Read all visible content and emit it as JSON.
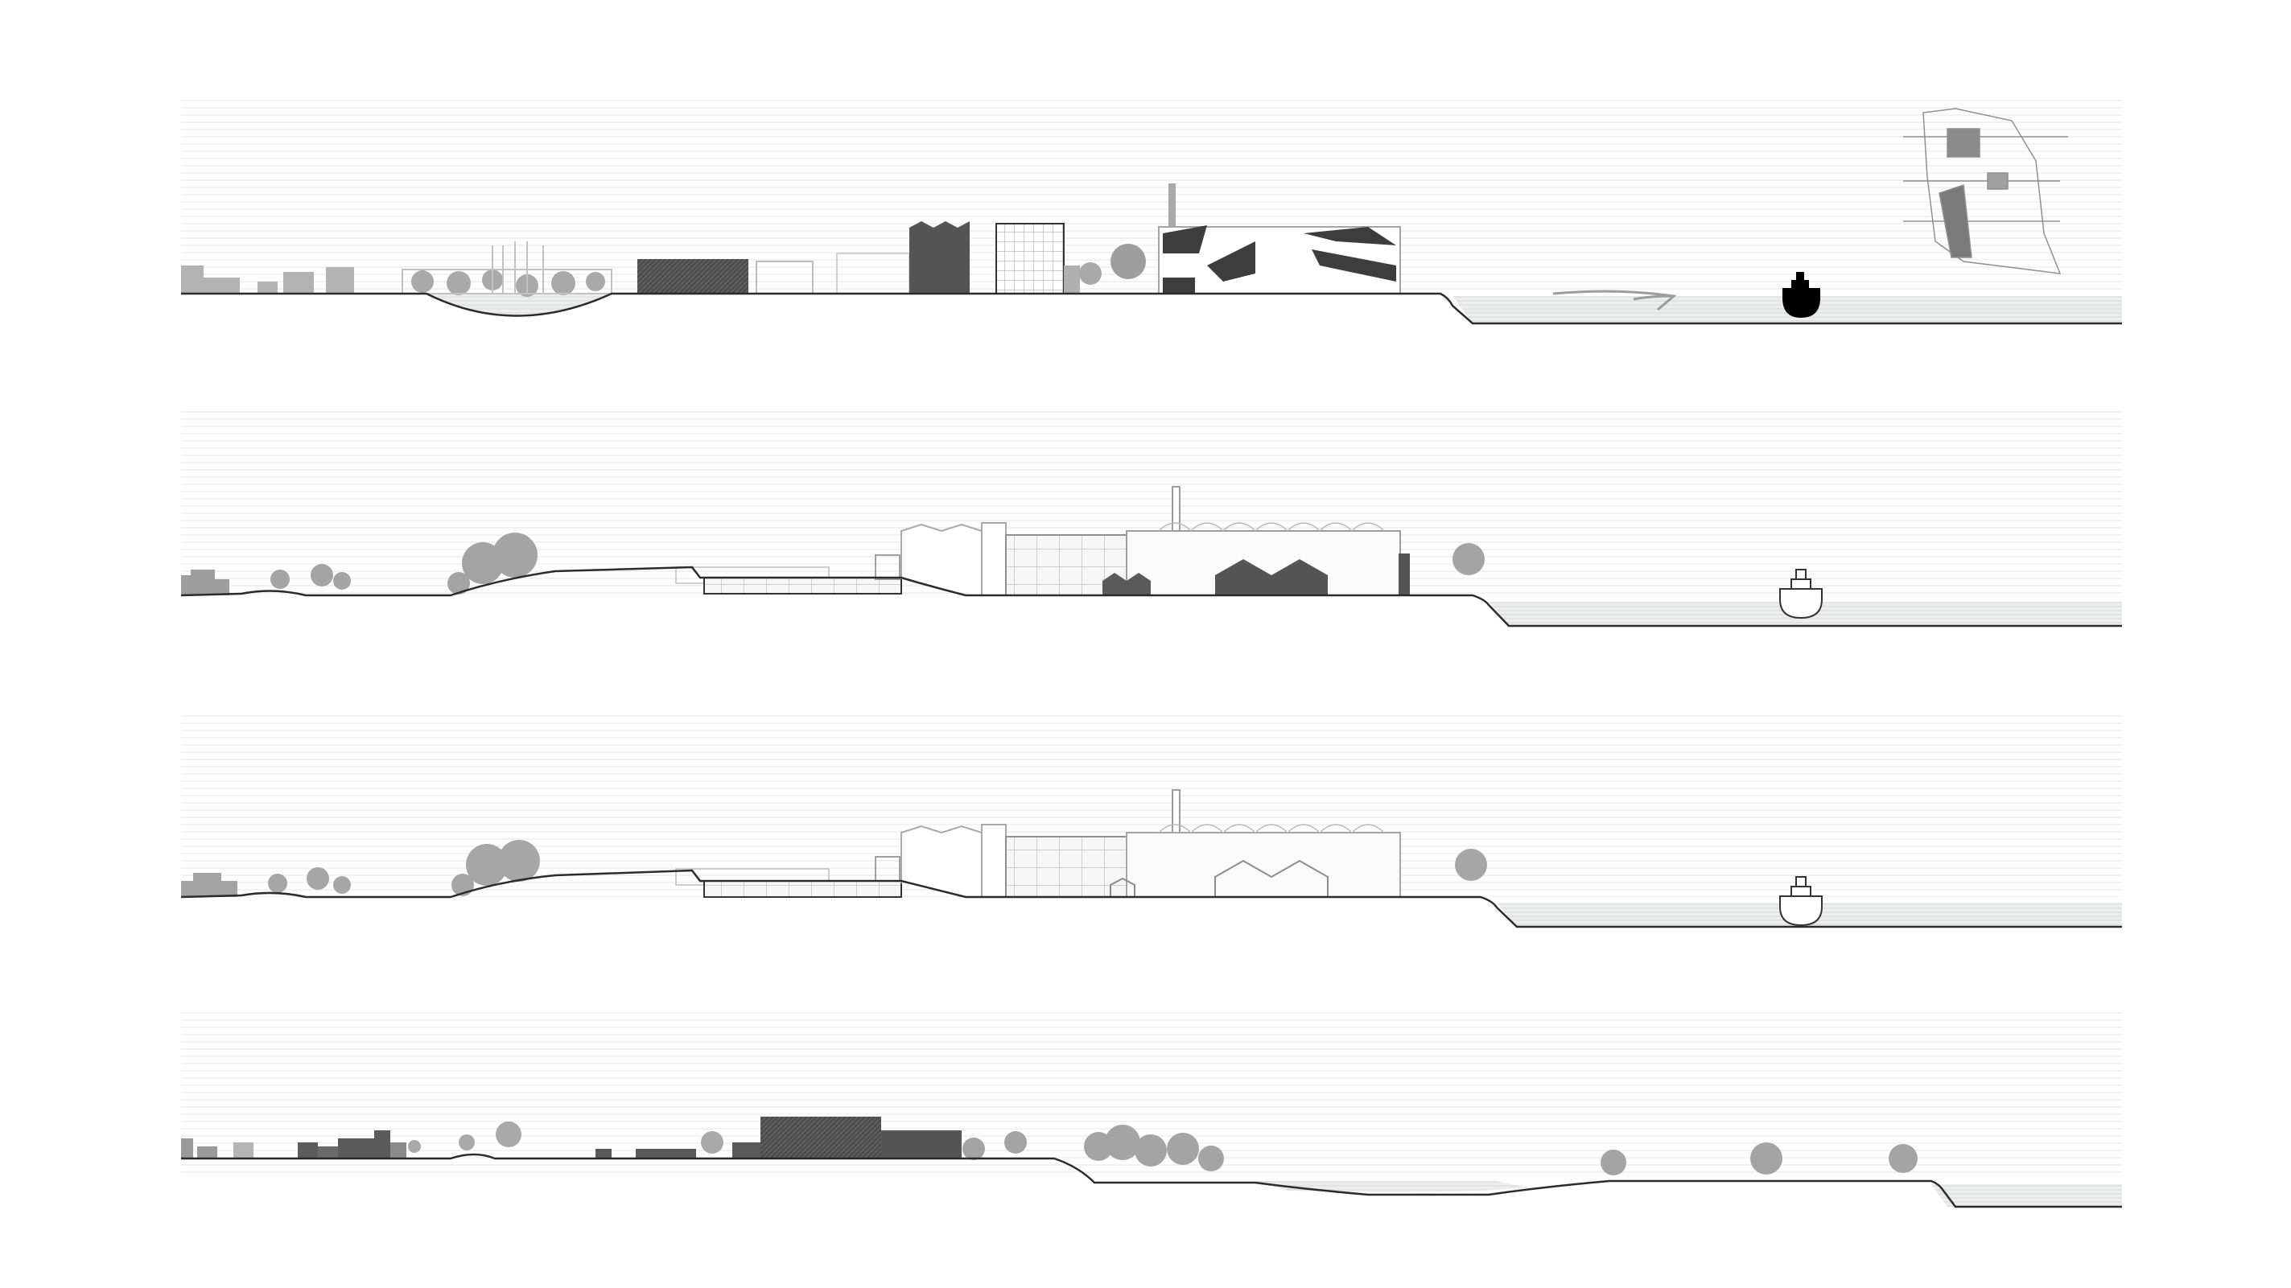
{
  "sheet": {
    "kind": "site sections",
    "panel_count": 4,
    "background": "#ffffff"
  },
  "colors": {
    "ground_line": "#2b2b2b",
    "sky_lines": "#e6e6e6",
    "water": "#e9ecea",
    "water_hatch": "#d4d8d6",
    "building_dark": "#565656",
    "building_mid": "#8a8a8a",
    "building_light": "#b9b9b9",
    "tree": "#a0a0a0",
    "outline": "#8c8c8c",
    "ship_solid": "#000000"
  },
  "panels": [
    {
      "id": "section-1",
      "state": "existing",
      "ship_style": "solid",
      "has_key_plan": true
    },
    {
      "id": "section-2",
      "state": "proposal-a",
      "ship_style": "outline",
      "has_key_plan": false
    },
    {
      "id": "section-3",
      "state": "proposal-b",
      "ship_style": "outline",
      "has_key_plan": false
    },
    {
      "id": "section-4",
      "state": "alternate",
      "ship_style": "none",
      "has_key_plan": false
    }
  ],
  "icons": {
    "ship": "ship-icon",
    "tree": "tree-icon",
    "key_plan": "key-plan-map-icon"
  }
}
